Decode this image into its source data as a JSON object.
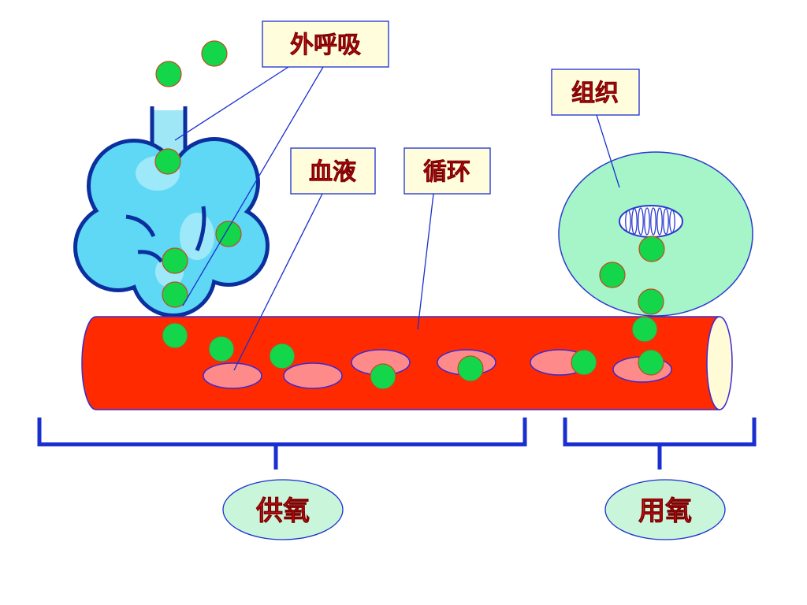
{
  "labels": {
    "external_respiration": "外呼吸",
    "tissue": "组织",
    "blood": "血液",
    "circulation": "循环",
    "oxygen_supply": "供氧",
    "oxygen_use": "用氧"
  },
  "colors": {
    "vessel": "#ff2a00",
    "vessel_outline": "#3a2ad0",
    "red_cell": "#ff8a8a",
    "oxygen": "#13d64a",
    "lung": "#5fd8f5",
    "lung_outline": "#0b2f9e",
    "tissue": "#a6f5c8",
    "label_box": "#fffddc",
    "label_text": "#e8121c",
    "bracket": "#1a2fd0",
    "ellipse_fill": "#c9f5da"
  }
}
